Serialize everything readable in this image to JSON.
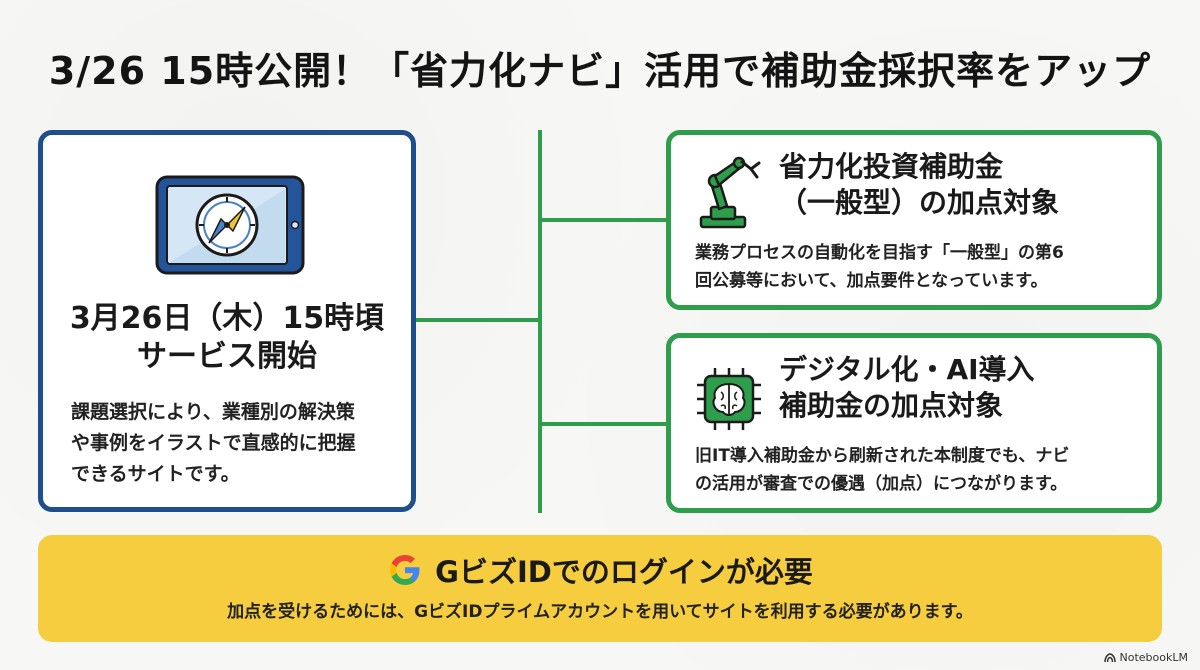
{
  "title": "3/26 15時公開！「省力化ナビ」活用で補助金採択率をアップ",
  "left_card": {
    "heading_line1": "3月26日（木）15時頃",
    "heading_line2": "サービス開始",
    "body_line1": "課題選択により、業種別の解決策",
    "body_line2": "や事例をイラストで直感的に把握",
    "body_line3": "できるサイトです。",
    "icon": "tablet-compass-icon"
  },
  "card_a": {
    "heading_line1": "省力化投資補助金",
    "heading_line2": "（一般型）の加点対象",
    "body_line1": "業務プロセスの自動化を目指す「一般型」の第6",
    "body_line2": "回公募等において、加点要件となっています。",
    "icon": "robot-arm-icon"
  },
  "card_b": {
    "heading_line1": "デジタル化・AI導入",
    "heading_line2": "補助金の加点対象",
    "body_line1": "旧IT導入補助金から刷新された本制度でも、ナビ",
    "body_line2": "の活用が審査での優遇（加点）につながります。",
    "icon": "ai-chip-brain-icon"
  },
  "banner": {
    "heading": "GビズIDでのログインが必要",
    "body": "加点を受けるためには、GビズIDプライムアカウントを用いてサイトを利用する必要があります。",
    "icon": "google-logo-icon"
  },
  "watermark": "NotebookLM",
  "colors": {
    "navy": "#1f4e8c",
    "green": "#2e9d4c",
    "yellow": "#f6cd3e",
    "background": "#f7f7f5"
  }
}
